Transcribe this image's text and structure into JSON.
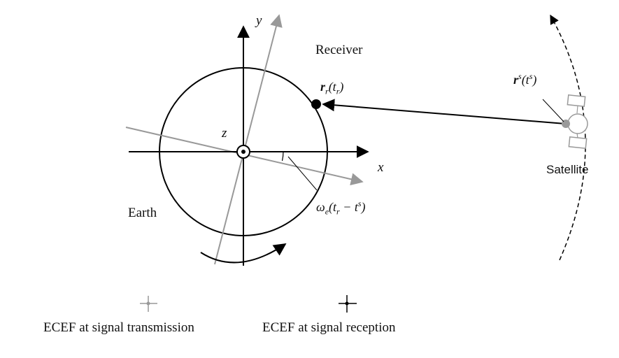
{
  "labels": {
    "y_axis": "y",
    "x_axis": "x",
    "z_axis": "z",
    "receiver": "Receiver",
    "earth": "Earth",
    "satellite": "Satellite"
  },
  "math": {
    "receiver_position": {
      "base": "r",
      "sub": "r",
      "paren_open": "(t",
      "paren_sub": "r",
      "paren_close": ")"
    },
    "satellite_position": {
      "base": "r",
      "sup": "s",
      "paren_open": "(t",
      "paren_sup": "s",
      "paren_close": ")"
    },
    "rotation_angle": {
      "omega": "ω",
      "omega_sub": "e",
      "open": "(t",
      "t_sub": "r",
      "minus": " − t",
      "t_sup": "s",
      "close": ")"
    }
  },
  "legend": {
    "transmission_label": "ECEF at signal transmission",
    "reception_label": "ECEF at signal reception"
  },
  "colors": {
    "reception_frame": "#000000",
    "transmission_frame": "#999999",
    "satellite_body": "#999999"
  }
}
